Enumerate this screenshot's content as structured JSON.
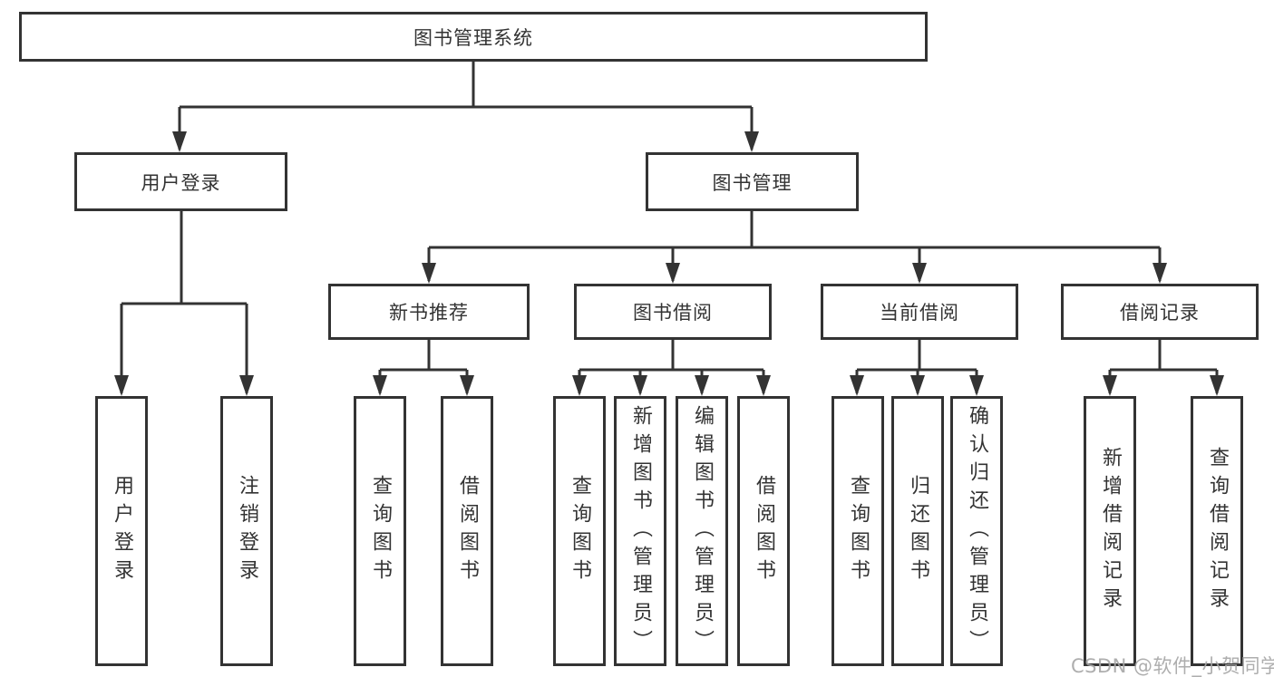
{
  "colors": {
    "line": "#333333",
    "box_border": "#333333",
    "text": "#333333",
    "background": "#ffffff",
    "watermark": "#a5a5a5"
  },
  "tree": {
    "root": {
      "label": "图书管理系统"
    },
    "branches": [
      {
        "label": "用户登录",
        "children": [
          {
            "label": "用户登录"
          },
          {
            "label": "注销登录"
          }
        ]
      },
      {
        "label": "图书管理",
        "children": [
          {
            "label": "新书推荐",
            "children": [
              {
                "label": "查询图书"
              },
              {
                "label": "借阅图书"
              }
            ]
          },
          {
            "label": "图书借阅",
            "children": [
              {
                "label": "查询图书"
              },
              {
                "label": "新增图书（管理员）"
              },
              {
                "label": "编辑图书（管理员）"
              },
              {
                "label": "借阅图书"
              }
            ]
          },
          {
            "label": "当前借阅",
            "children": [
              {
                "label": "查询图书"
              },
              {
                "label": "归还图书"
              },
              {
                "label": "确认归还（管理员）"
              }
            ]
          },
          {
            "label": "借阅记录",
            "children": [
              {
                "label": "新增借阅记录"
              },
              {
                "label": "查询借阅记录"
              }
            ]
          }
        ]
      }
    ]
  },
  "watermark": {
    "text": "CSDN @软件_小贺同学"
  }
}
